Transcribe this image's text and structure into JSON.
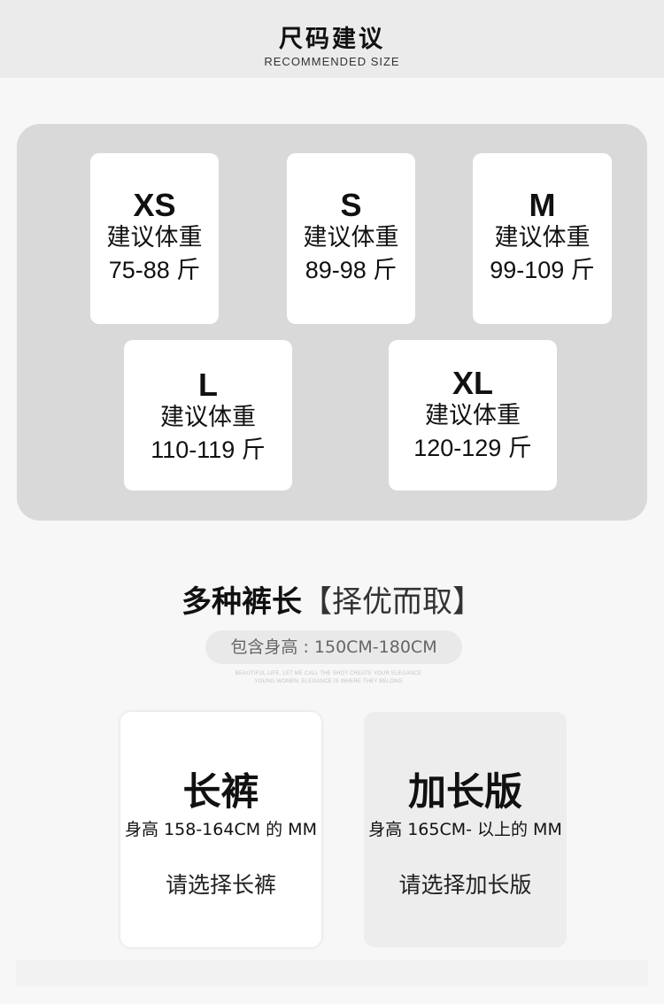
{
  "header": {
    "title": "尺码建议",
    "subtitle": "RECOMMENDED SIZE"
  },
  "sizes": [
    {
      "code": "XS",
      "label": "建议体重",
      "range": "75-88 斤"
    },
    {
      "code": "S",
      "label": "建议体重",
      "range": "89-98 斤"
    },
    {
      "code": "M",
      "label": "建议体重",
      "range": "99-109 斤"
    },
    {
      "code": "L",
      "label": "建议体重",
      "range": "110-119 斤"
    },
    {
      "code": "XL",
      "label": "建议体重",
      "range": "120-129 斤"
    }
  ],
  "length_section": {
    "title_bold": "多种裤长",
    "title_light": "【择优而取】",
    "height_range": "包含身高 : 150CM-180CM",
    "fine_line_1": "BEAUTIFUL LIFE, LET ME CALL THE SHOT CREATE YOUR ELEGANCE",
    "fine_line_2": "YOUNG WOMEN, ELEGANCE IS WHERE THEY BELONG"
  },
  "pants_options": [
    {
      "title": "长裤",
      "desc": "身高 158-164CM 的 MM",
      "select": "请选择长裤"
    },
    {
      "title": "加长版",
      "desc": "身高 165CM- 以上的 MM",
      "select": "请选择加长版"
    }
  ]
}
